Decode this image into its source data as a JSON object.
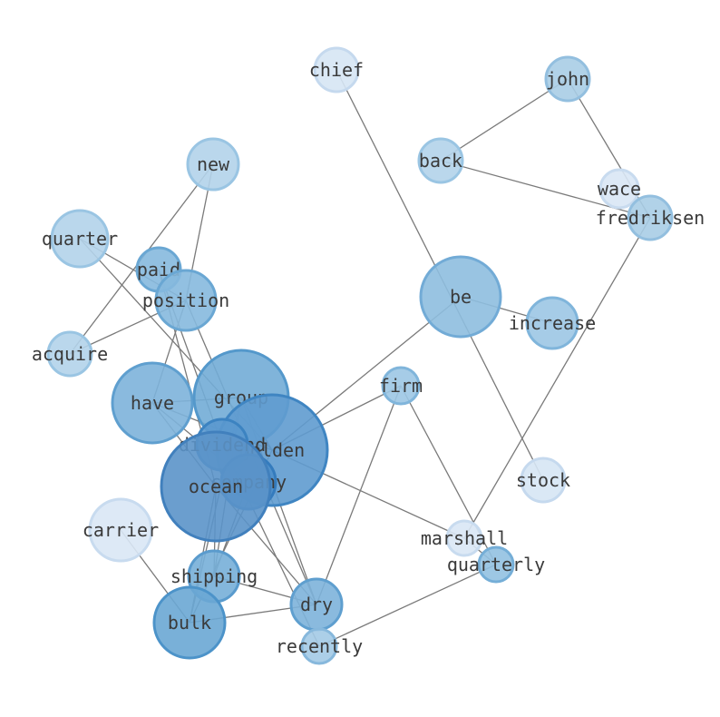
{
  "graph": {
    "edge_color": "#7a7a7a",
    "nodes": [
      {
        "id": "chief",
        "label": "chief",
        "fill": "#d6e5f4",
        "stroke": "#c5d9ee"
      },
      {
        "id": "john",
        "label": "john",
        "fill": "#a9cde6",
        "stroke": "#93bfdf"
      },
      {
        "id": "back",
        "label": "back",
        "fill": "#b3d3ea",
        "stroke": "#9ac5e3"
      },
      {
        "id": "wace",
        "label": "wace",
        "fill": "#d9e7f5",
        "stroke": "#c8dbef"
      },
      {
        "id": "fredriksen",
        "label": "fredriksen",
        "fill": "#a9cde6",
        "stroke": "#93bfdf"
      },
      {
        "id": "new",
        "label": "new",
        "fill": "#b3d3ea",
        "stroke": "#9ac5e3"
      },
      {
        "id": "quarter",
        "label": "quarter",
        "fill": "#b3d3ea",
        "stroke": "#9ac5e3"
      },
      {
        "id": "paid",
        "label": "paid",
        "fill": "#86b9de",
        "stroke": "#6aa7d3"
      },
      {
        "id": "position",
        "label": "position",
        "fill": "#86b9de",
        "stroke": "#6aa7d3"
      },
      {
        "id": "acquire",
        "label": "acquire",
        "fill": "#b3d3ea",
        "stroke": "#9ac5e3"
      },
      {
        "id": "be",
        "label": "be",
        "fill": "#8ebedf",
        "stroke": "#72abd6"
      },
      {
        "id": "increase",
        "label": "increase",
        "fill": "#9cc6e4",
        "stroke": "#80b5db"
      },
      {
        "id": "firm",
        "label": "firm",
        "fill": "#9cc6e4",
        "stroke": "#80b5db"
      },
      {
        "id": "have",
        "label": "have",
        "fill": "#7db3da",
        "stroke": "#5f9fcf"
      },
      {
        "id": "group",
        "label": "group",
        "fill": "#72acd6",
        "stroke": "#5498cb"
      },
      {
        "id": "golden",
        "label": "golden",
        "fill": "#5f9bcf",
        "stroke": "#3f85c2"
      },
      {
        "id": "dividend",
        "label": "dividend",
        "fill": "#5a98ce",
        "stroke": "#3c83c1"
      },
      {
        "id": "company",
        "label": "company",
        "fill": "#4d8fca",
        "stroke": "#347bbd"
      },
      {
        "id": "ocean",
        "label": "ocean",
        "fill": "#5b93c9",
        "stroke": "#4180bd"
      },
      {
        "id": "stock",
        "label": "stock",
        "fill": "#d6e5f4",
        "stroke": "#c5d9ee"
      },
      {
        "id": "carrier",
        "label": "carrier",
        "fill": "#d9e7f5",
        "stroke": "#c8dbef"
      },
      {
        "id": "marshall",
        "label": "marshall",
        "fill": "#d9e7f5",
        "stroke": "#c8dbef"
      },
      {
        "id": "quarterly",
        "label": "quarterly",
        "fill": "#92c1e1",
        "stroke": "#75aed7"
      },
      {
        "id": "shipping",
        "label": "shipping",
        "fill": "#77afd8",
        "stroke": "#5a9bcd"
      },
      {
        "id": "dry",
        "label": "dry",
        "fill": "#7db3da",
        "stroke": "#5f9fcf"
      },
      {
        "id": "bulk",
        "label": "bulk",
        "fill": "#6aa7d4",
        "stroke": "#4c93c9"
      },
      {
        "id": "recently",
        "label": "recently",
        "fill": "#a3cae5",
        "stroke": "#87b8dc"
      }
    ],
    "edges": [
      [
        "chief",
        "stock"
      ],
      [
        "john",
        "back"
      ],
      [
        "john",
        "fredriksen"
      ],
      [
        "back",
        "fredriksen"
      ],
      [
        "fredriksen",
        "marshall"
      ],
      [
        "be",
        "increase"
      ],
      [
        "be",
        "golden"
      ],
      [
        "new",
        "acquire"
      ],
      [
        "new",
        "position"
      ],
      [
        "quarter",
        "position"
      ],
      [
        "quarter",
        "golden"
      ],
      [
        "paid",
        "dividend"
      ],
      [
        "paid",
        "ocean"
      ],
      [
        "position",
        "acquire"
      ],
      [
        "position",
        "dry"
      ],
      [
        "position",
        "have"
      ],
      [
        "firm",
        "golden"
      ],
      [
        "firm",
        "dry"
      ],
      [
        "firm",
        "quarterly"
      ],
      [
        "have",
        "group"
      ],
      [
        "have",
        "golden"
      ],
      [
        "have",
        "ocean"
      ],
      [
        "have",
        "company"
      ],
      [
        "group",
        "bulk"
      ],
      [
        "group",
        "shipping"
      ],
      [
        "group",
        "dry"
      ],
      [
        "group",
        "golden"
      ],
      [
        "golden",
        "bulk"
      ],
      [
        "golden",
        "marshall"
      ],
      [
        "dividend",
        "company"
      ],
      [
        "dividend",
        "recently"
      ],
      [
        "ocean",
        "bulk"
      ],
      [
        "ocean",
        "dry"
      ],
      [
        "ocean",
        "shipping"
      ],
      [
        "company",
        "shipping"
      ],
      [
        "carrier",
        "bulk"
      ],
      [
        "bulk",
        "dry"
      ],
      [
        "shipping",
        "dry"
      ],
      [
        "quarterly",
        "recently"
      ],
      [
        "marshall",
        "quarterly"
      ]
    ]
  }
}
